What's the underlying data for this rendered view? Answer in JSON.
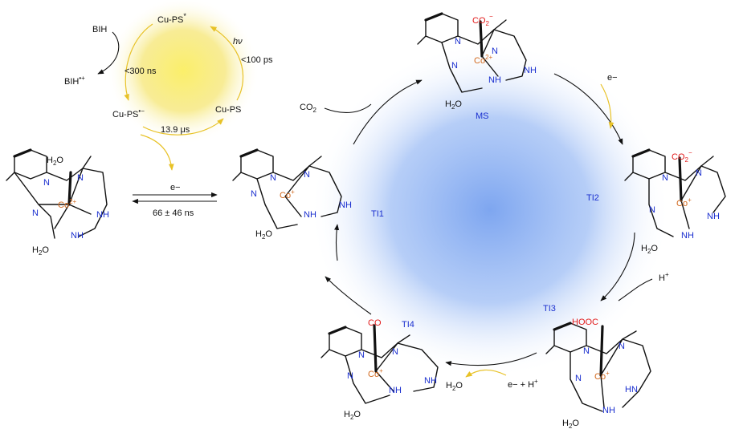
{
  "photocycle": {
    "bih": "BIH",
    "bih_radical": "BIH",
    "bih_radical_sup": "•+",
    "cu_ps_star": "Cu-PS",
    "cu_ps_star_sup": "*",
    "cu_ps_reduced": "Cu-PS",
    "cu_ps_reduced_sup": "•−",
    "cu_ps": "Cu-PS",
    "hv": "hν",
    "t_quench": "<300 ns",
    "t_excite": "<100 ps",
    "t_lifetime": "13.9 μs",
    "electron": "e−"
  },
  "transfer": {
    "electron": "e−",
    "rate": "66 ± 46 ns"
  },
  "species": {
    "ms": "MS",
    "ti1": "TI1",
    "ti2": "TI2",
    "ti3": "TI3",
    "ti4": "TI4"
  },
  "reagents": {
    "co2": "CO",
    "co2_sub": "2",
    "e_step": "e−",
    "h_plus": "H",
    "h_plus_sup": "+",
    "e_plus_h": "e− + H",
    "e_plus_h_sup": "+",
    "water": "H",
    "water_sub": "2",
    "water_o": "O"
  },
  "labels": {
    "h2o": "H",
    "h2o_sub": "2",
    "h2o_o": "O",
    "n": "N",
    "nh": "NH",
    "hn": "HN",
    "co_metal": "Co",
    "ox_2plus": "2+",
    "ox_plus": "+",
    "co2_ligand": "CO",
    "co2_ligand_sub": "2",
    "co2_ligand_sup": "−",
    "co_ligand": "CO",
    "cooh_ligand": "HOOC"
  },
  "colors": {
    "nitrogen": "#1a2fcf",
    "cobalt": "#d2691e",
    "ligand_red": "#e21b1b",
    "sun_yellow": "#f5e35a",
    "cycle_blue": "#8fb4f2",
    "arrow_yellow": "#e8c227"
  }
}
